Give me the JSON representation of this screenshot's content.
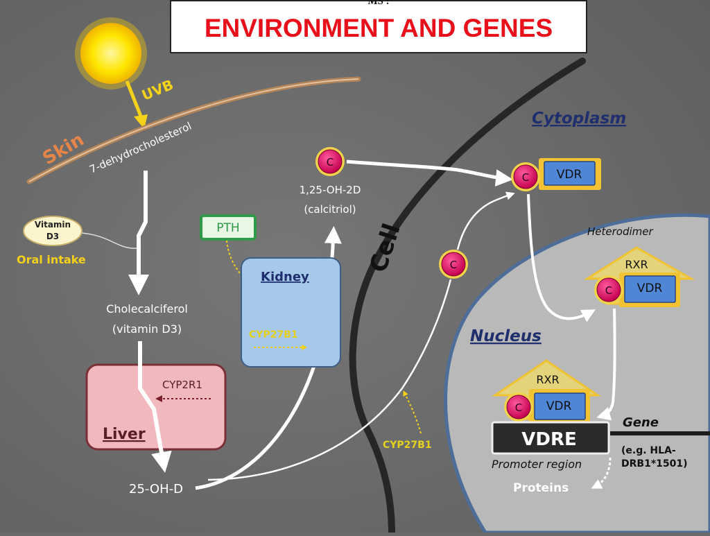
{
  "title": {
    "top": "MS :",
    "main": "ENVIRONMENT AND GENES"
  },
  "labels": {
    "uvb": "UVB",
    "skin": "Skin",
    "dehydro": "7-dehydrocholesterol",
    "vitamin_line1": "Vitamin",
    "vitamin_line2": "D3",
    "oral_intake": "Oral intake",
    "chole_line1": "Cholecalciferol",
    "chole_line2": "(vitamin D3)",
    "cyp2r1": "CYP2R1",
    "liver": "Liver",
    "ohd": "25-OH-D",
    "pth": "PTH",
    "kidney": "Kidney",
    "cyp27b1_kidney": "CYP27B1",
    "calc_line1": "1,25-OH-2D",
    "calc_line2": "(calcitriol)",
    "cell": "Cell",
    "cytoplasm": "Cytoplasm",
    "cyp27b1_cell": "CYP27B1",
    "heterodimer": "Heterodimer",
    "nucleus": "Nucleus",
    "gene": "Gene",
    "vdre": "VDRE",
    "promoter": "Promoter region",
    "eg_line1": "(e.g. HLA-",
    "eg_line2": "DRB1*1501)",
    "proteins": "Proteins",
    "c": "C",
    "vdr": "VDR",
    "rxr": "RXR"
  },
  "colors": {
    "background": "#6b6b6b",
    "title_red": "#e8101a",
    "sun": "#ffe600",
    "uvb_yellow": "#f5d21a",
    "skin_brown": "#b5855a",
    "liver_pink": "#f1b8bd",
    "kidney_blue": "#a6c8ea",
    "pth_green": "#2e9a47",
    "c_magenta": "#e0186e",
    "vdr_blue": "#4f86d6",
    "nucleus_gray": "#b9b9b9",
    "label_navy": "#1f2f6e"
  }
}
